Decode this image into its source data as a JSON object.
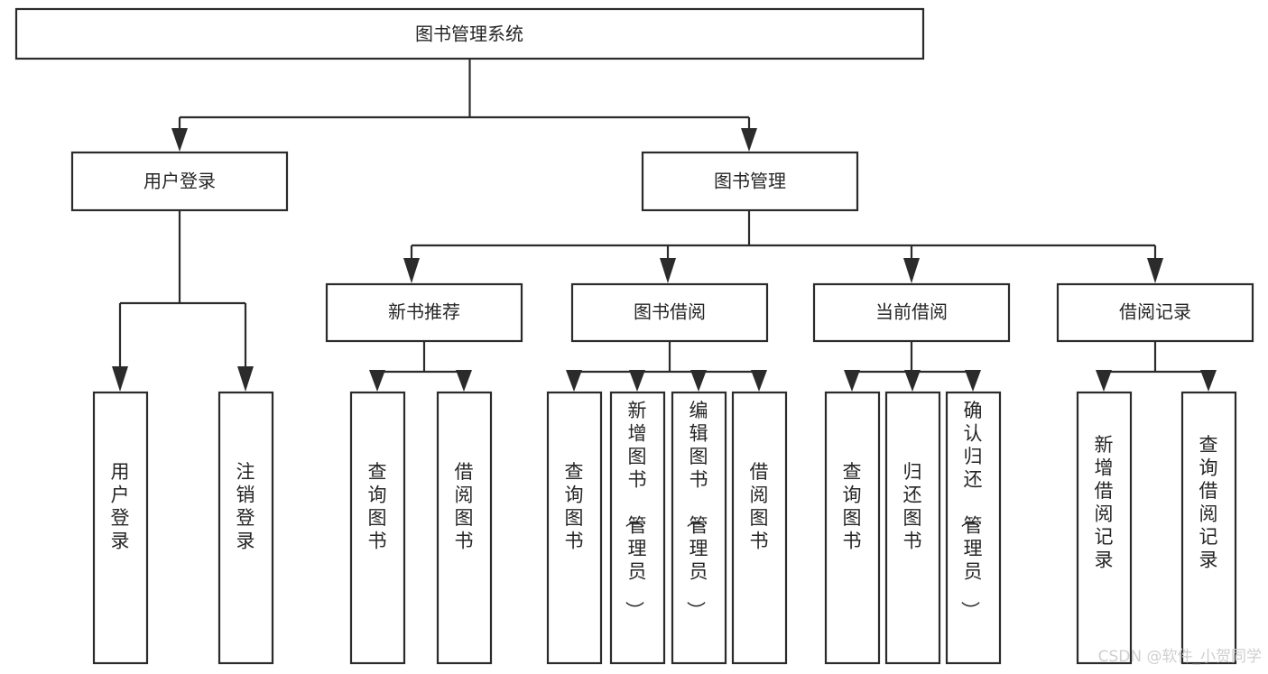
{
  "diagram": {
    "type": "tree-hierarchy",
    "title": "图书管理系统",
    "orientation": "top-down",
    "colors": {
      "box_fill": "#ffffff",
      "box_stroke": "#2b2b2b",
      "connector": "#2b2b2b",
      "text": "#262626",
      "watermark": "#cfcfcf",
      "background": "#ffffff"
    },
    "root": {
      "label": "图书管理系统",
      "text_orientation": "horizontal"
    },
    "level2": [
      {
        "label": "用户登录",
        "text_orientation": "horizontal"
      },
      {
        "label": "图书管理",
        "text_orientation": "horizontal"
      }
    ],
    "level3": [
      {
        "label": "新书推荐",
        "text_orientation": "horizontal",
        "parent": "图书管理"
      },
      {
        "label": "图书借阅",
        "text_orientation": "horizontal",
        "parent": "图书管理"
      },
      {
        "label": "当前借阅",
        "text_orientation": "horizontal",
        "parent": "图书管理"
      },
      {
        "label": "借阅记录",
        "text_orientation": "horizontal",
        "parent": "图书管理"
      }
    ],
    "leaves": {
      "用户登录": [
        {
          "label": "用户登录",
          "text_orientation": "vertical"
        },
        {
          "label": "注销登录",
          "text_orientation": "vertical"
        }
      ],
      "新书推荐": [
        {
          "label": "查询图书",
          "text_orientation": "vertical"
        },
        {
          "label": "借阅图书",
          "text_orientation": "vertical"
        }
      ],
      "图书借阅": [
        {
          "label": "查询图书",
          "text_orientation": "vertical"
        },
        {
          "label": "新增图书（管理员）",
          "text_orientation": "vertical"
        },
        {
          "label": "编辑图书（管理员）",
          "text_orientation": "vertical"
        },
        {
          "label": "借阅图书",
          "text_orientation": "vertical"
        }
      ],
      "当前借阅": [
        {
          "label": "查询图书",
          "text_orientation": "vertical"
        },
        {
          "label": "归还图书",
          "text_orientation": "vertical"
        },
        {
          "label": "确认归还（管理员）",
          "text_orientation": "vertical"
        }
      ],
      "借阅记录": [
        {
          "label": "新增借阅记录",
          "text_orientation": "vertical"
        },
        {
          "label": "查询借阅记录",
          "text_orientation": "vertical"
        }
      ]
    },
    "labels": {
      "root": "图书管理系统",
      "l2_0": "用户登录",
      "l2_1": "图书管理",
      "l3_0": "新书推荐",
      "l3_1": "图书借阅",
      "l3_2": "当前借阅",
      "l3_3": "借阅记录",
      "leaf_a0": "用户登录",
      "leaf_a1": "注销登录",
      "leaf_b0": "查询图书",
      "leaf_b1": "借阅图书",
      "leaf_c0": "查询图书",
      "leaf_c1": "新增图书（管理员）",
      "leaf_c2": "编辑图书（管理员）",
      "leaf_c3": "借阅图书",
      "leaf_d0": "查询图书",
      "leaf_d1": "归还图书",
      "leaf_d2": "确认归还（管理员）",
      "leaf_e0": "新增借阅记录",
      "leaf_e1": "查询借阅记录"
    }
  },
  "watermark": {
    "text": "CSDN @软件_小贺同学"
  }
}
